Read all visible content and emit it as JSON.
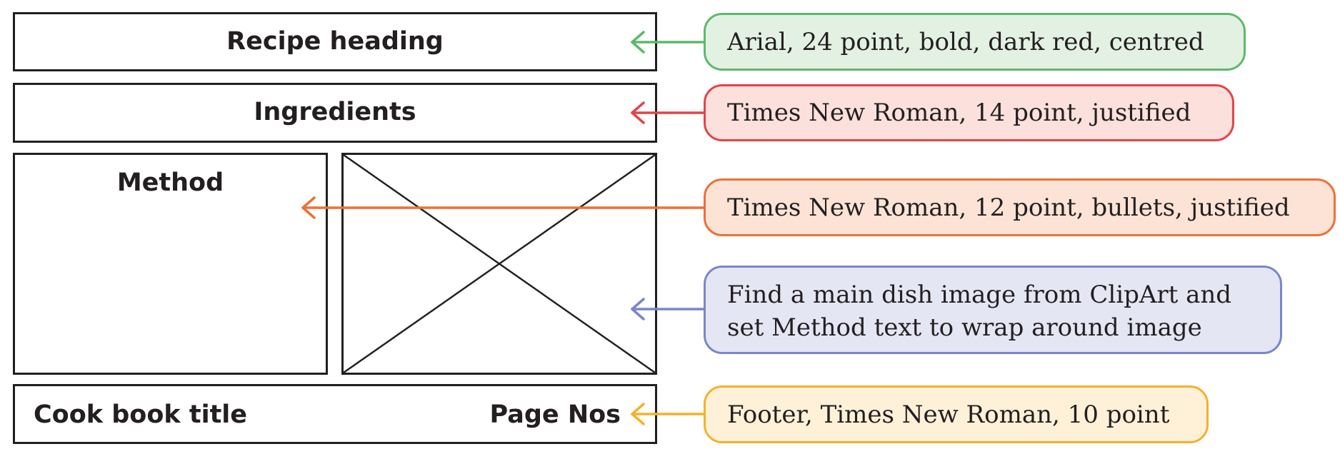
{
  "layout_boxes": {
    "heading_label": "Recipe heading",
    "ingredients_label": "Ingredients",
    "method_label": "Method",
    "footer_left_label": "Cook book title",
    "footer_right_label": "Page Nos"
  },
  "annotations": {
    "heading_note": "Arial, 24 point, bold, dark red, centred",
    "ingredients_note": "Times New Roman, 14 point, justified",
    "method_note": "Times New Roman, 12 point, bullets, justified",
    "image_note_line1": "Find a main dish image from ClipArt and",
    "image_note_line2": "set Method text to wrap around image",
    "footer_note": "Footer, Times New Roman, 10 point"
  },
  "colors": {
    "outline": "#231f20",
    "heading_accent": "#5db96a",
    "ingredients_accent": "#e0454a",
    "method_accent": "#ec7135",
    "image_accent": "#7a86c6",
    "footer_accent": "#f4b12c"
  }
}
